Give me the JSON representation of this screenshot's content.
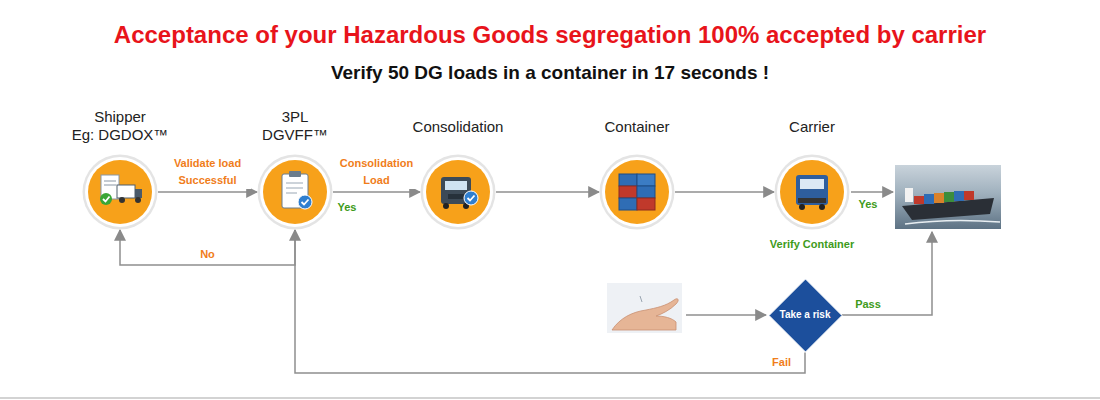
{
  "diagram": {
    "title": "Acceptance of your Hazardous Goods segregation 100% accepted by carrier",
    "nodes": [
      {
        "text": [
          "Shipper",
          "Eg: DGDOX™"
        ]
      },
      {
        "text": [
          "3PL",
          "DGVFF™"
        ]
      },
      {
        "text": [
          "Consolidation"
        ]
      },
      {
        "text": [
          "Container"
        ]
      },
      {
        "text": [
          "Carrier",
          "Verify Container"
        ]
      },
      {
        "text": [
          "Take a risk"
        ]
      }
    ],
    "edges": [
      {
        "from": 0,
        "to": 1,
        "label": "Validate load Successful",
        "arrow": "to"
      },
      {
        "from": 1,
        "to": 0,
        "label": "No",
        "arrow": "to"
      },
      {
        "from": 1,
        "to": 2,
        "label": "Consolidation Load",
        "arrow": "to"
      },
      {
        "from": 2,
        "to": 3,
        "arrow": "to"
      },
      {
        "from": 3,
        "to": 4,
        "arrow": "to"
      },
      {
        "from": 5,
        "to": 1,
        "label": "Fail",
        "arrow": "to"
      }
    ],
    "labels": [
      "Verify 50 DG loads in a container in 17 seconds !",
      "Yes",
      "Yes",
      "Pass"
    ]
  }
}
